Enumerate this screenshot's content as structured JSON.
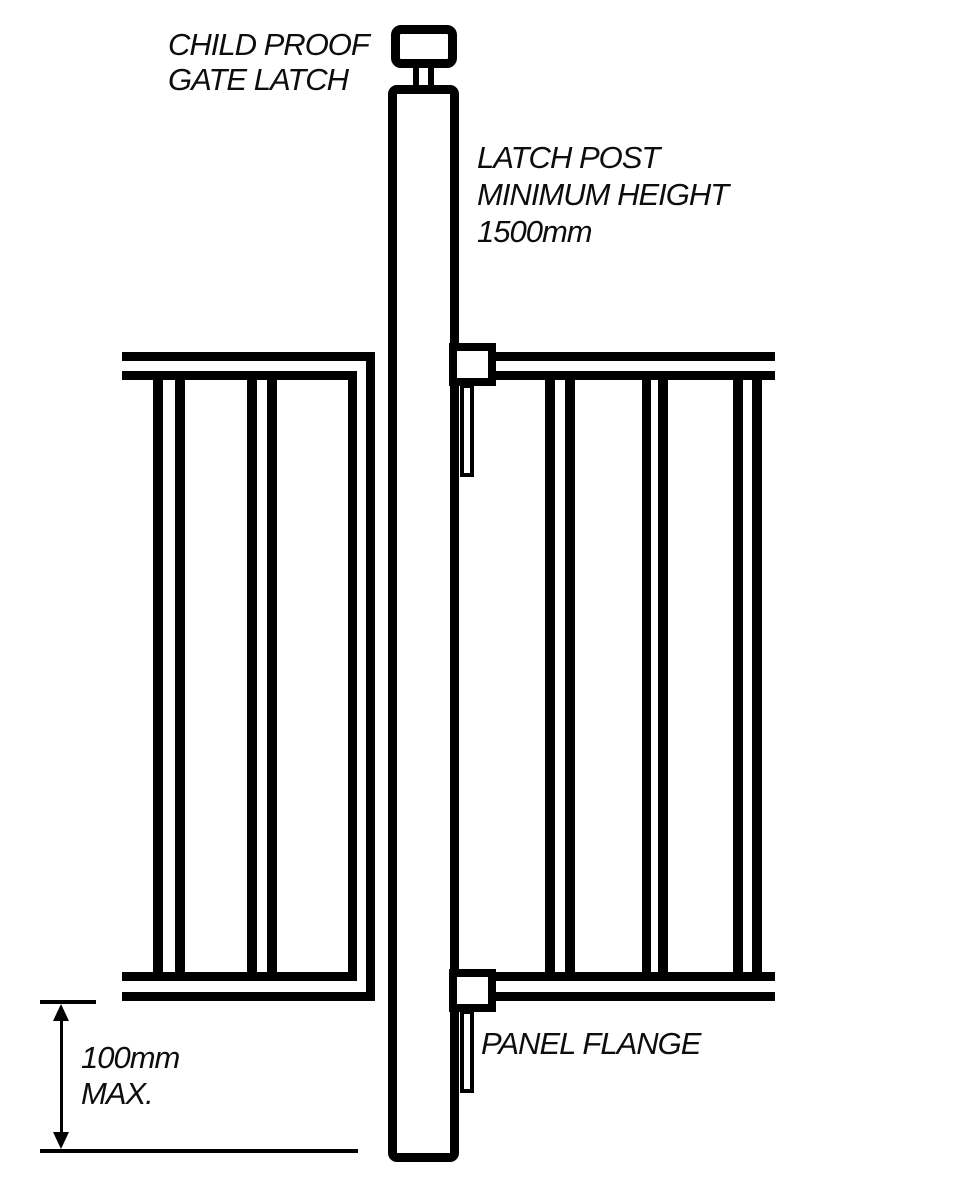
{
  "diagram": {
    "title": "child proof gate latch installation detail",
    "colors": {
      "line": "#000000",
      "background": "#ffffff"
    },
    "labels": {
      "gate_latch": {
        "line1": "CHILD PROOF",
        "line2": "GATE LATCH"
      },
      "latch_post": {
        "line1": "LATCH POST",
        "line2": "MINIMUM HEIGHT",
        "line3": "1500mm"
      },
      "panel_flange": {
        "text": "PANEL FLANGE"
      },
      "ground_clearance": {
        "line1": "100mm",
        "line2": "MAX."
      }
    }
  }
}
